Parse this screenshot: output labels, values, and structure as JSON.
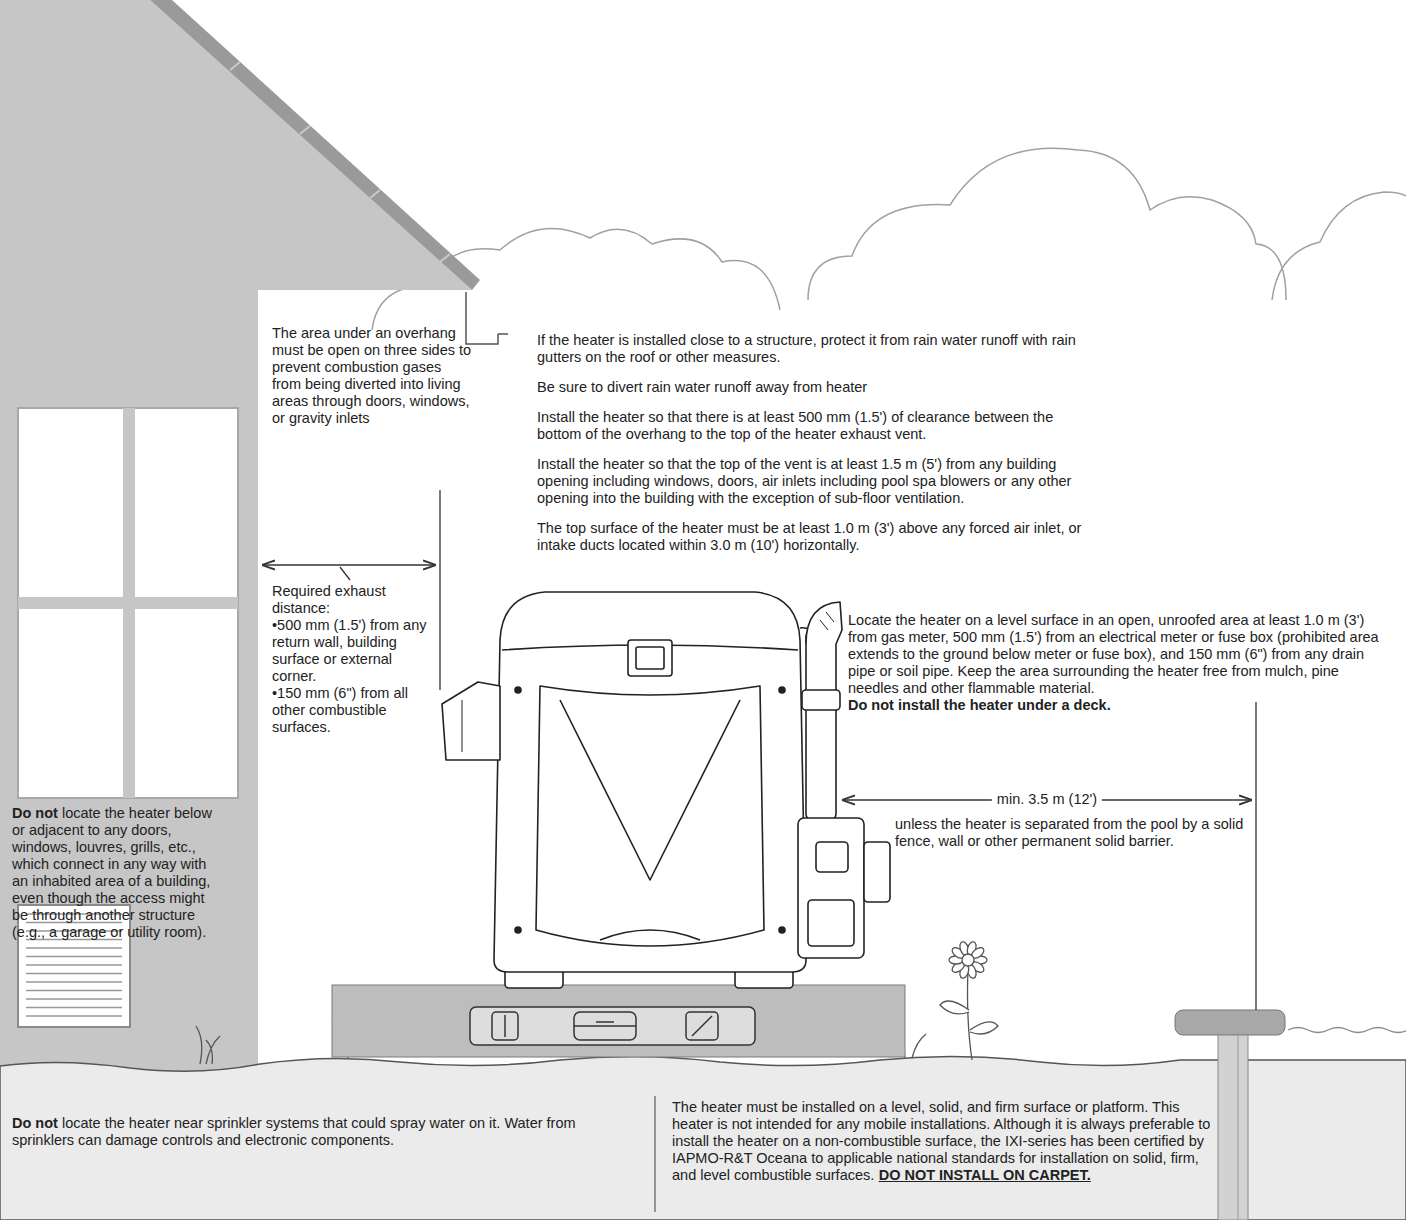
{
  "diagram": {
    "nodes": [
      {
        "text": [
          "Do not locate the heater below or adjacent to any doors, windows, louvres, grills, etc., which connect in any way with an inhabited area of a building, even though the access might be through another structure (e.g., a garage or utility room)."
        ]
      },
      {
        "text": [
          "Do not locate the heater near sprinkler systems that could spray water on it. Water from sprinklers can damage controls and electronic components.",
          "The heater must be installed on a level, solid, and firm surface or platform. This heater is not intended for any mobile installations. Although it is always preferable to install the heater on a non-combustible surface, the IXI-series has been certified by IAPMO-R&T Oceana to applicable national standards for installation on solid, firm, and level combustible surfaces.",
          "DO NOT INSTALL ON CARPET."
        ]
      }
    ],
    "labels": [
      "If the heater is installed close to a structure, protect it from rain water runoff with rain gutters on the roof or other measures.",
      "Be sure to divert rain water runoff away from heater",
      "Install the heater so that there is at least 500 mm (1.5') of clearance between the bottom of the overhang to the top of the heater exhaust vent.",
      "Install the heater so that the top of the vent is at least 1.5 m (5') from any building opening including windows, doors, air inlets including pool spa blowers or any other opening into the building with the exception of sub-floor ventilation.",
      "The top surface of the heater must be at least 1.0 m (3') above any forced air inlet, or intake ducts located within 3.0 m (10') horizontally.",
      "The area under an overhang must be open on three sides to prevent combustion gases from being diverted into living areas through doors, windows, or gravity inlets",
      "Required exhaust distance:",
      "•500 mm (1.5') from any return wall, building surface or external corner.",
      "•150 mm (6\") from all other combustible surfaces.",
      "Locate the heater on a level surface in an open, unroofed area at least 1.0 m (3') from gas meter, 500 mm (1.5') from an electrical meter or fuse box (prohibited area extends to the ground below meter or fuse box), and 150 mm (6\") from any drain pipe or soil pipe. Keep the area surrounding the heater free from mulch, pine needles and other flammable material.",
      "Do not install the heater under a deck.",
      "min. 3.5 m (12')",
      "unless the heater is separated from the pool by a solid fence, wall or other permanent solid barrier."
    ]
  }
}
